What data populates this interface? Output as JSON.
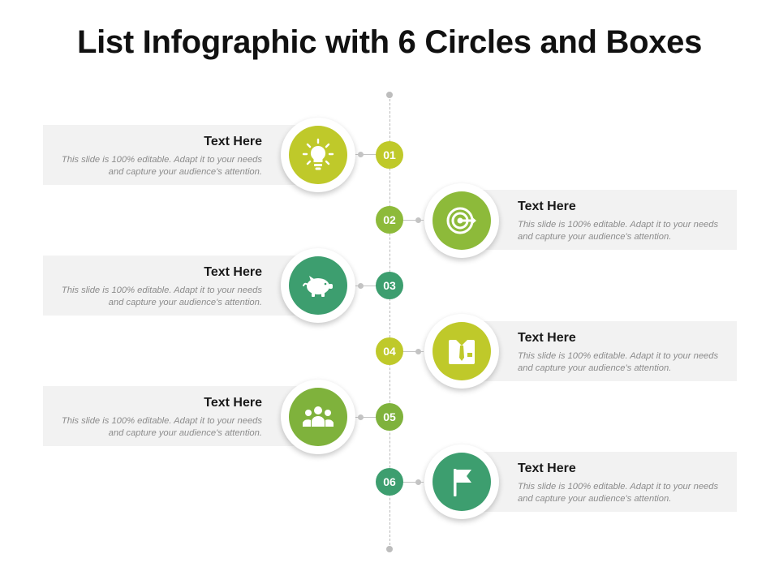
{
  "title": "List Infographic with 6 Circles and Boxes",
  "colors": {
    "c1": "#bfc92a",
    "c2": "#8dba3a",
    "c3": "#3d9e6f",
    "c4": "#bfc92a",
    "c5": "#7fb23c",
    "c6": "#3d9e6f",
    "box_bg": "#f2f2f2"
  },
  "items": [
    {
      "num": "01",
      "title": "Text Here",
      "desc": "This slide is 100% editable. Adapt it to your needs and capture your audience's attention.",
      "icon": "lightbulb-icon"
    },
    {
      "num": "02",
      "title": "Text Here",
      "desc": "This slide is 100% editable. Adapt it to your needs and capture your audience's attention.",
      "icon": "target-icon"
    },
    {
      "num": "03",
      "title": "Text Here",
      "desc": "This slide is 100% editable. Adapt it to your needs and capture your audience's attention.",
      "icon": "piggy-bank-icon"
    },
    {
      "num": "04",
      "title": "Text Here",
      "desc": "This slide is 100% editable. Adapt it to your needs and capture your audience's attention.",
      "icon": "shirt-tie-icon"
    },
    {
      "num": "05",
      "title": "Text Here",
      "desc": "This slide is 100% editable. Adapt it to your needs and capture your audience's attention.",
      "icon": "team-icon"
    },
    {
      "num": "06",
      "title": "Text Here",
      "desc": "This slide is 100% editable. Adapt it to your needs and capture your audience's attention.",
      "icon": "flag-icon"
    }
  ]
}
